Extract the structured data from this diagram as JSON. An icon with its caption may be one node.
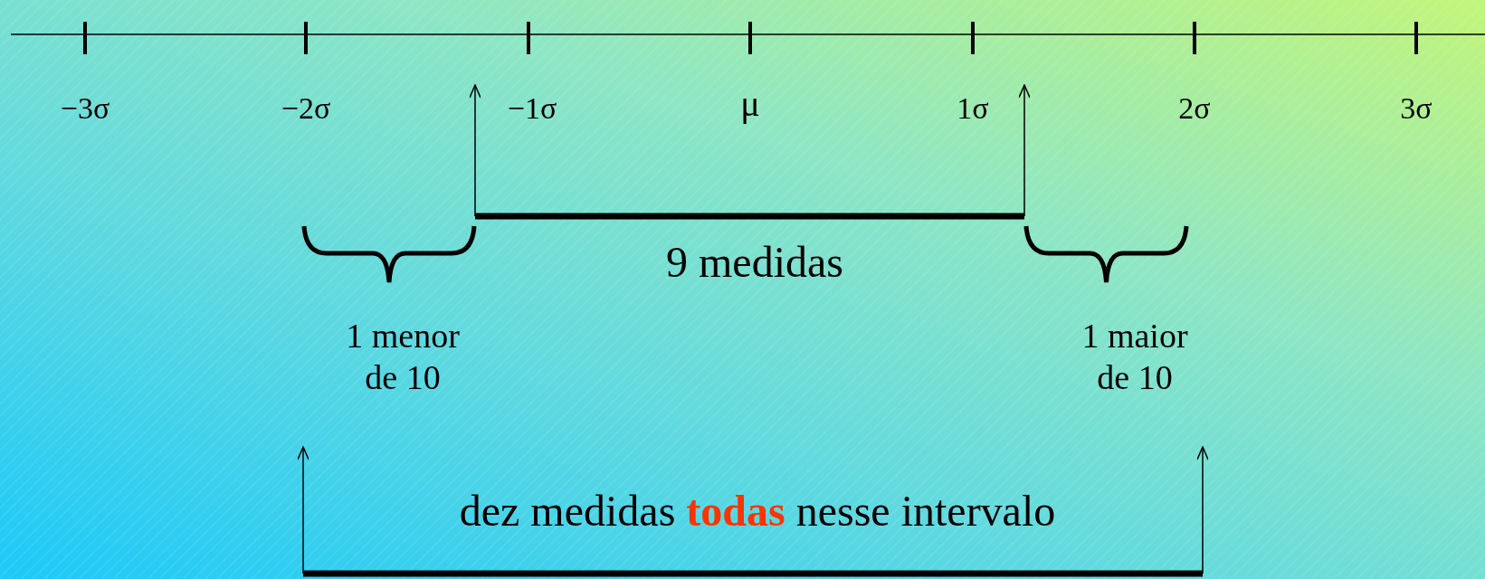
{
  "diagram": {
    "labels": [
      "−3σ",
      "−2σ",
      "−1σ",
      "μ",
      "1σ",
      "2σ",
      "3σ",
      "9 medidas",
      "1 menor de 10",
      "1 maior de 10",
      "dez medidas **todas** nesse intervalo"
    ]
  }
}
